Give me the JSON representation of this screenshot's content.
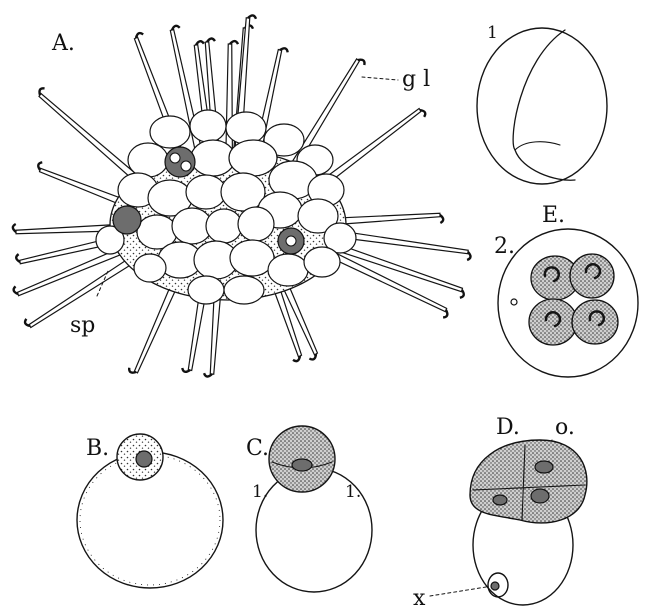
{
  "figure": {
    "panels": {
      "A": {
        "label": "A.",
        "annotations": {
          "gl": "g l",
          "sp": "sp"
        }
      },
      "E": {
        "label": "E.",
        "sub1": "1",
        "sub2": "2."
      },
      "B": {
        "label": "B."
      },
      "C": {
        "label": "C.",
        "mark_left": "1.",
        "mark_right": "1."
      },
      "D": {
        "label": "D.",
        "mark_o": "o.",
        "mark_x": "x"
      }
    }
  }
}
